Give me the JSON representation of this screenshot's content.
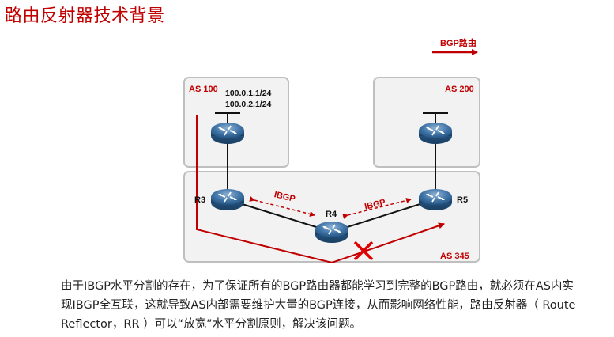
{
  "title": "路由反射器技术背景",
  "legend": {
    "label": "BGP路由",
    "color": "#c00000"
  },
  "as_boxes": {
    "as100": "AS 100",
    "as200": "AS 200",
    "as345": "AS 345"
  },
  "addresses": [
    "100.0.1.1/24",
    "100.0.2.1/24"
  ],
  "routers": {
    "r3": "R3",
    "r4": "R4",
    "r5": "R5"
  },
  "links": {
    "ibgp_left": "IBGP",
    "ibgp_right": "IBGP"
  },
  "paragraph": {
    "line1": "由于IBGP水平分割的存在，为了保证所有的BGP路由器都能学习到完整的BGP路由，就必须在AS内实",
    "line2": "现IBGP全互联，这就导致AS内部需要维护大量的BGP连接，从而影响网络性能，路由反射器（ Route",
    "line3": "Reflector，RR ）可以“放宽”水平分割原则，解决该问题。"
  },
  "colors": {
    "accent": "#c00000",
    "box_fill": "#f2f2f2",
    "box_stroke": "#bfbfbf",
    "router": "#3a6fa0"
  }
}
